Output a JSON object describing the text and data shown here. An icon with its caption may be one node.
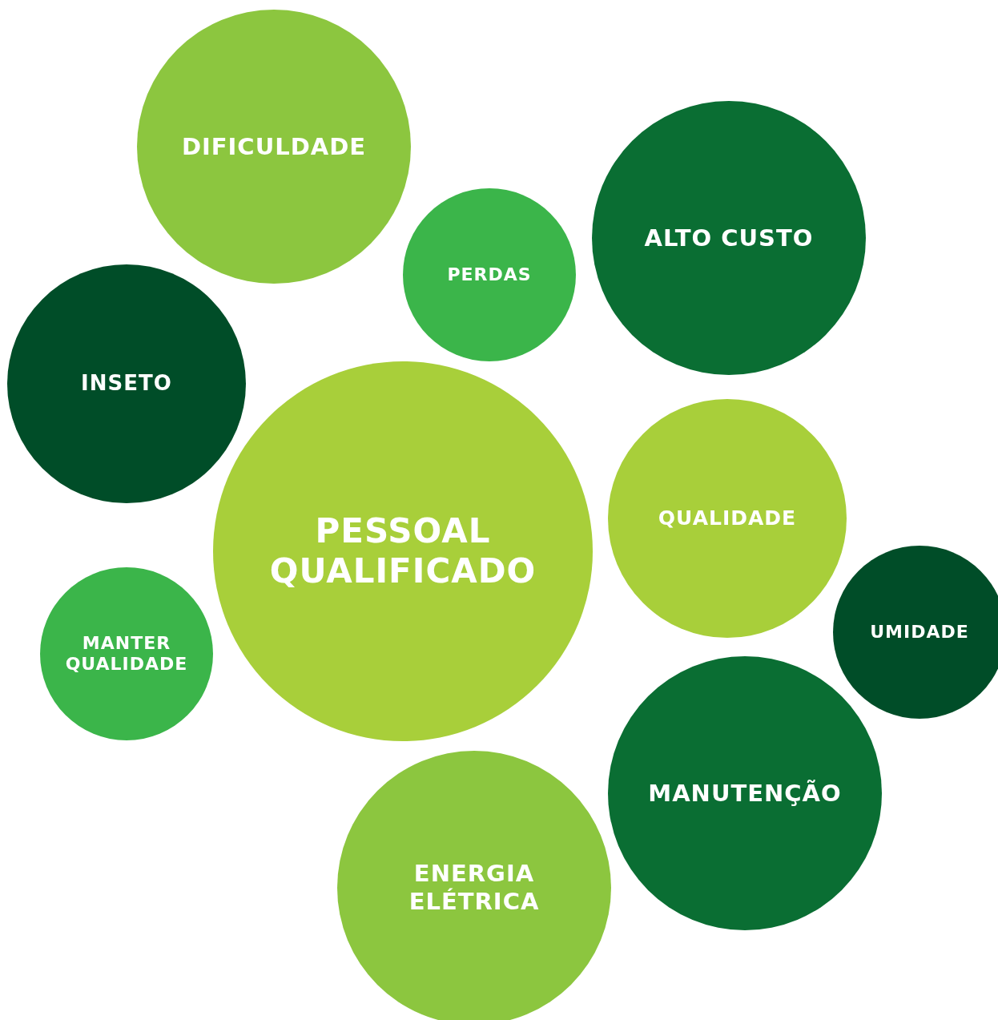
{
  "diagram": {
    "nodes": [
      {
        "text": [
          "DIFICULDADE"
        ]
      },
      {
        "text": [
          "ALTO CUSTO"
        ]
      },
      {
        "text": [
          "PERDAS"
        ]
      },
      {
        "text": [
          "INSETO"
        ]
      },
      {
        "text": [
          "PESSOAL QUALIFICADO"
        ]
      },
      {
        "text": [
          "QUALIDADE"
        ]
      },
      {
        "text": [
          "UMIDADE"
        ]
      },
      {
        "text": [
          "MANTER QUALIDADE"
        ]
      },
      {
        "text": [
          "MANUTENÇÃO"
        ]
      },
      {
        "text": [
          "ENERGIA ELÉTRICA"
        ]
      }
    ]
  }
}
